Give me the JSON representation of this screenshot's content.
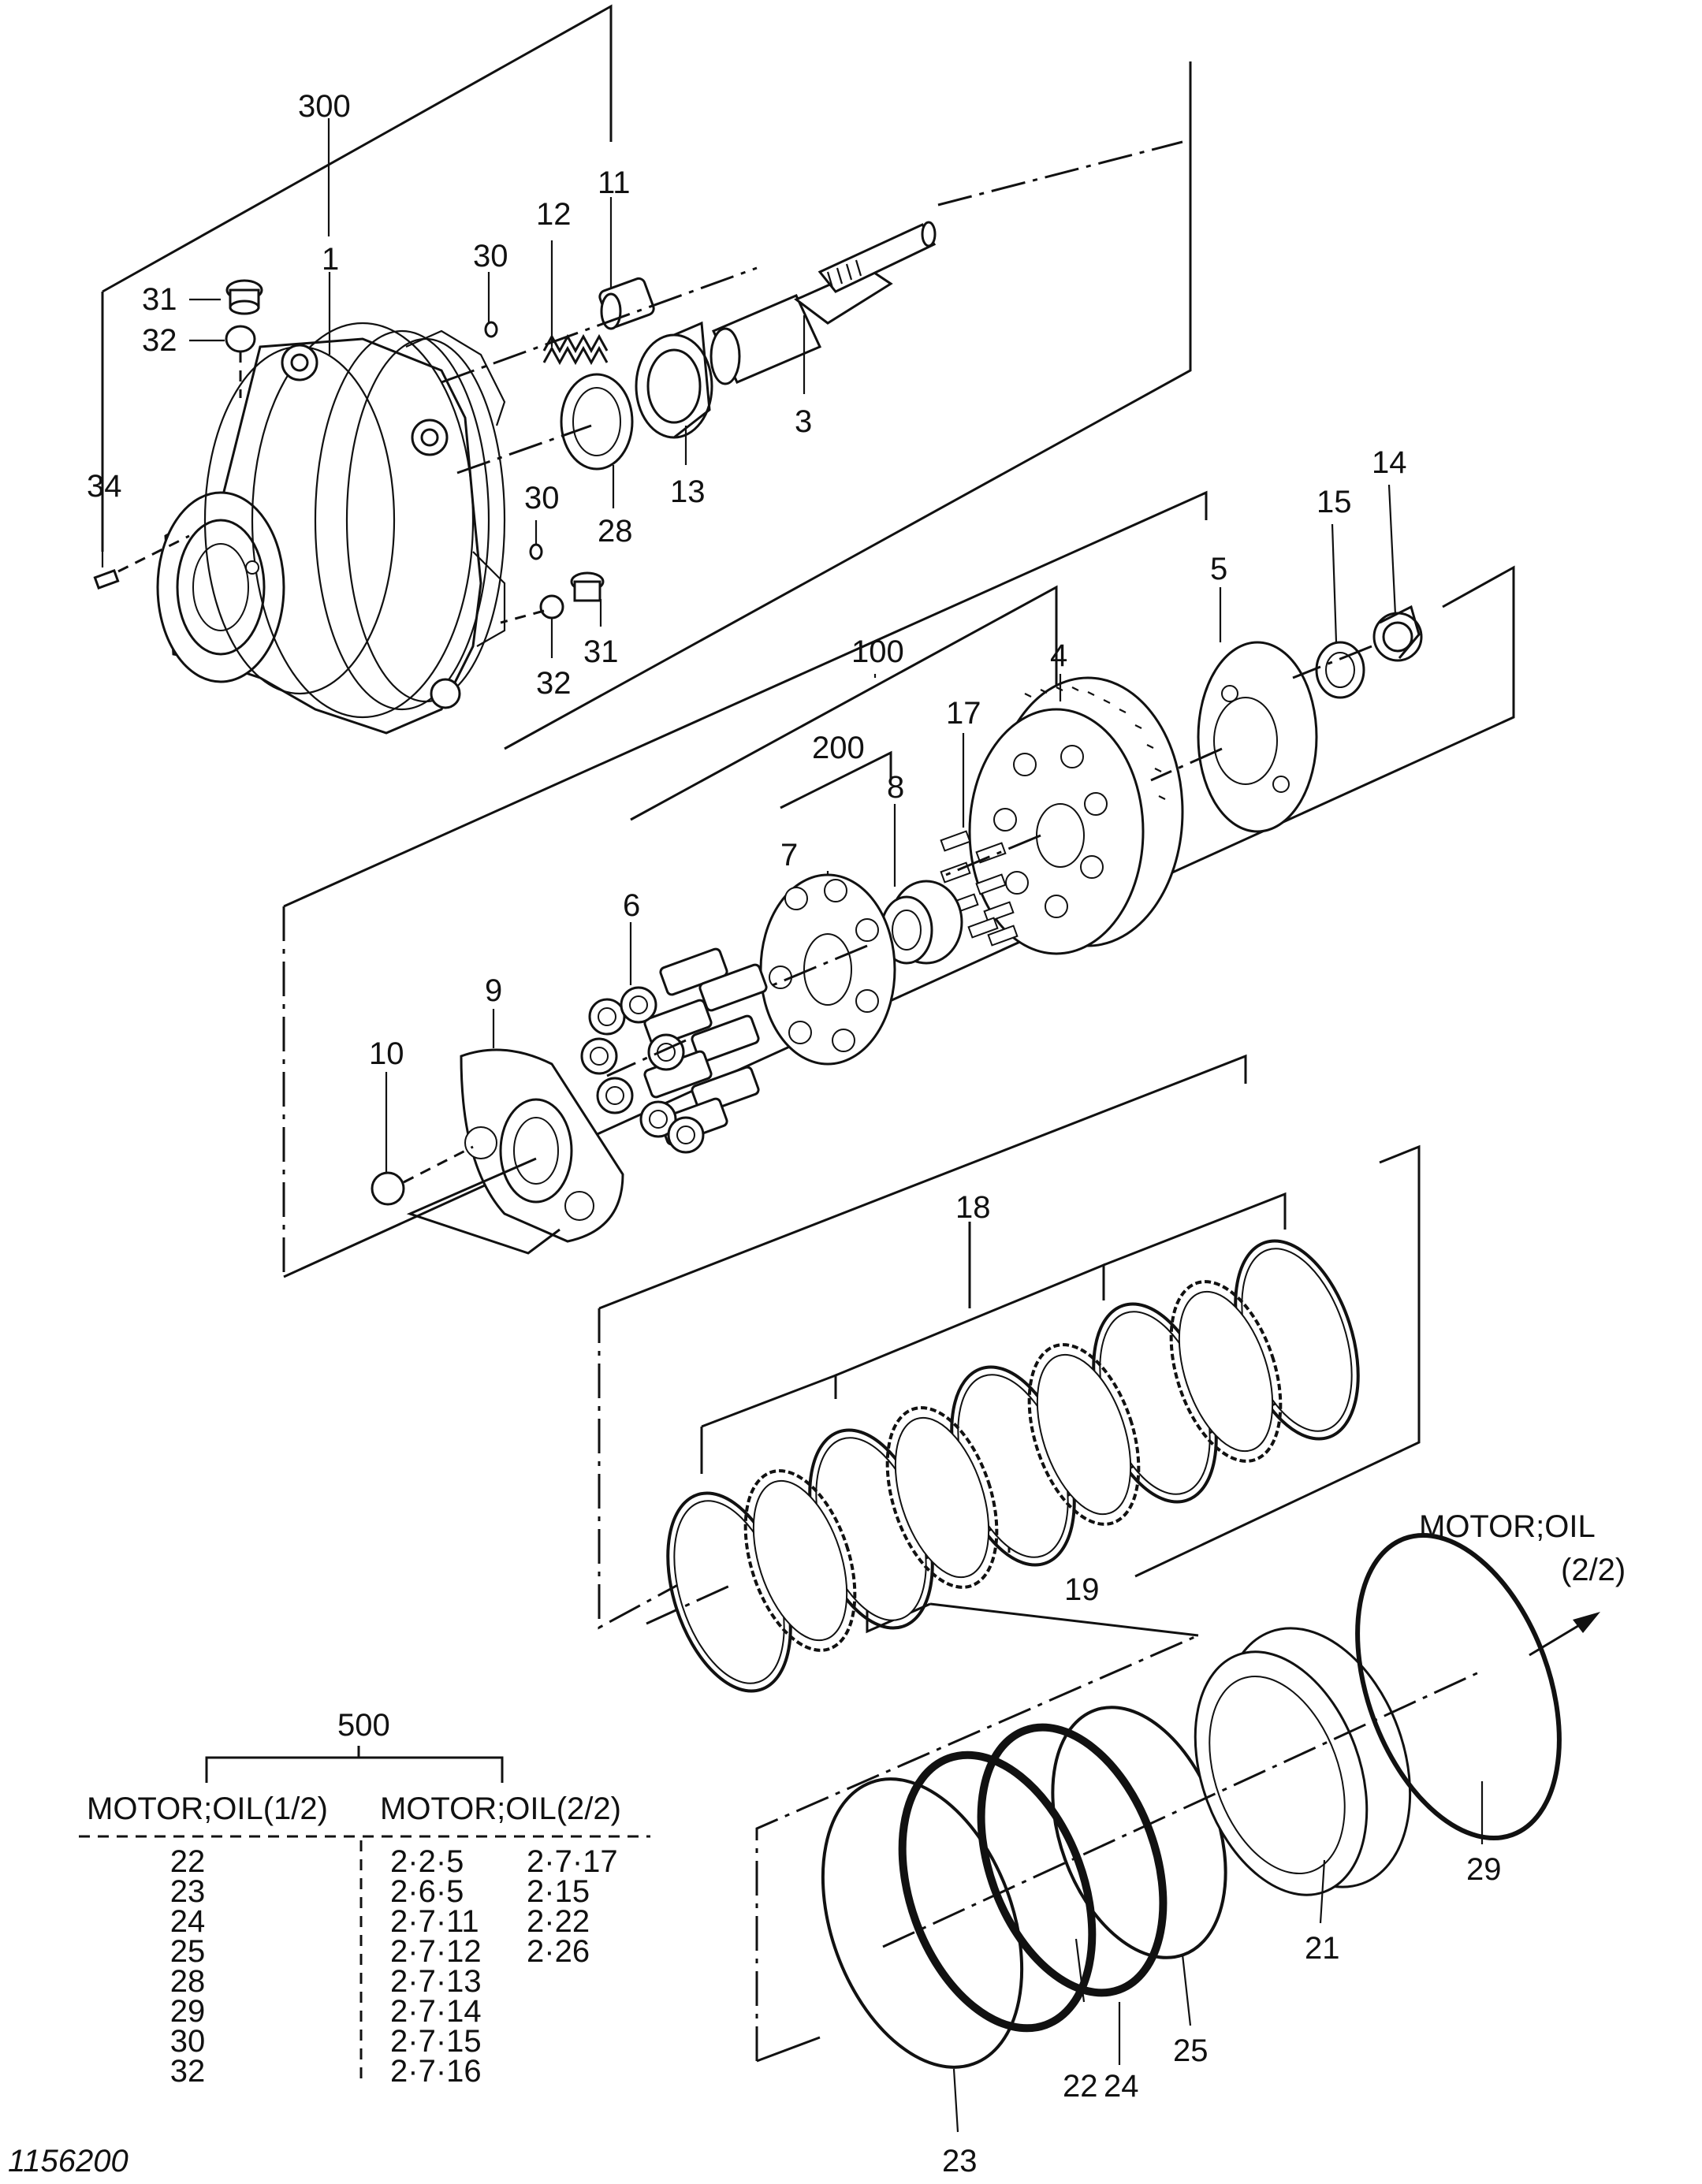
{
  "callouts": {
    "c300": "300",
    "c1": "1",
    "c11": "11",
    "c12": "12",
    "c30a": "30",
    "c31a": "31",
    "c32a": "32",
    "c34": "34",
    "c3": "3",
    "c13": "13",
    "c28": "28",
    "c30b": "30",
    "c31b": "31",
    "c32b": "32",
    "c14": "14",
    "c15": "15",
    "c5": "5",
    "c4": "4",
    "c100": "100",
    "c17": "17",
    "c200": "200",
    "c8": "8",
    "c7": "7",
    "c6": "6",
    "c9": "9",
    "c10": "10",
    "c18": "18",
    "c19": "19",
    "c21": "21",
    "c29": "29",
    "c22": "22",
    "c23": "23",
    "c24": "24",
    "c25": "25"
  },
  "reference": {
    "label": "MOTOR;OIL",
    "page": "(2/2)"
  },
  "kit_table": {
    "number": "500",
    "col1_header": "MOTOR;OIL(1/2)",
    "col2_header": "MOTOR;OIL(2/2)",
    "col1_items": [
      "22",
      "23",
      "24",
      "25",
      "28",
      "29",
      "30",
      "32"
    ],
    "col2_items": [
      "2·2·5",
      "2·6·5",
      "2·7·11",
      "2·7·12",
      "2·7·13",
      "2·7·14",
      "2·7·15",
      "2·7·16"
    ],
    "col3_items": [
      "2·7·17",
      "2·15",
      "2·22",
      "2·26"
    ]
  },
  "drawing_number": "1156200"
}
